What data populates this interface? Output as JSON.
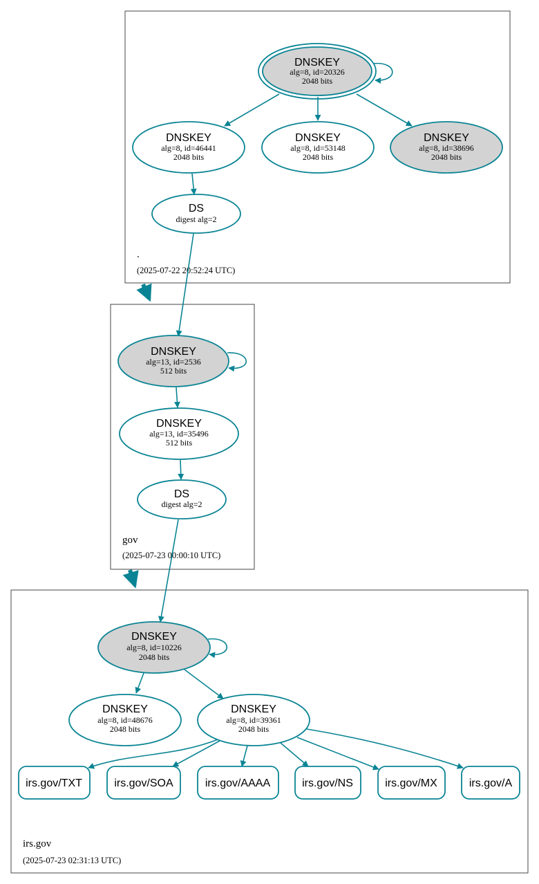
{
  "colors": {
    "accent": "#0a8494",
    "secure_fill": "#d3d3d3",
    "plain_fill": "#ffffff",
    "zone_border": "#444444"
  },
  "zones": {
    "root": {
      "name": ".",
      "timestamp": "(2025-07-22 20:52:24 UTC)"
    },
    "gov": {
      "name": "gov",
      "timestamp": "(2025-07-23 00:00:10 UTC)"
    },
    "irs": {
      "name": "irs.gov",
      "timestamp": "(2025-07-23 02:31:13 UTC)"
    }
  },
  "nodes": {
    "root_ksk": {
      "title": "DNSKEY",
      "line1": "alg=8, id=20326",
      "line2": "2048 bits"
    },
    "root_zsk1": {
      "title": "DNSKEY",
      "line1": "alg=8, id=46441",
      "line2": "2048 bits"
    },
    "root_zsk2": {
      "title": "DNSKEY",
      "line1": "alg=8, id=53148",
      "line2": "2048 bits"
    },
    "root_zsk3": {
      "title": "DNSKEY",
      "line1": "alg=8, id=38696",
      "line2": "2048 bits"
    },
    "root_ds": {
      "title": "DS",
      "line1": "digest alg=2"
    },
    "gov_ksk": {
      "title": "DNSKEY",
      "line1": "alg=13, id=2536",
      "line2": "512 bits"
    },
    "gov_zsk": {
      "title": "DNSKEY",
      "line1": "alg=13, id=35496",
      "line2": "512 bits"
    },
    "gov_ds": {
      "title": "DS",
      "line1": "digest alg=2"
    },
    "irs_ksk": {
      "title": "DNSKEY",
      "line1": "alg=8, id=10226",
      "line2": "2048 bits"
    },
    "irs_zsk1": {
      "title": "DNSKEY",
      "line1": "alg=8, id=48676",
      "line2": "2048 bits"
    },
    "irs_zsk2": {
      "title": "DNSKEY",
      "line1": "alg=8, id=39361",
      "line2": "2048 bits"
    }
  },
  "rrsets": {
    "txt": "irs.gov/TXT",
    "soa": "irs.gov/SOA",
    "aaaa": "irs.gov/AAAA",
    "ns": "irs.gov/NS",
    "mx": "irs.gov/MX",
    "a": "irs.gov/A"
  }
}
